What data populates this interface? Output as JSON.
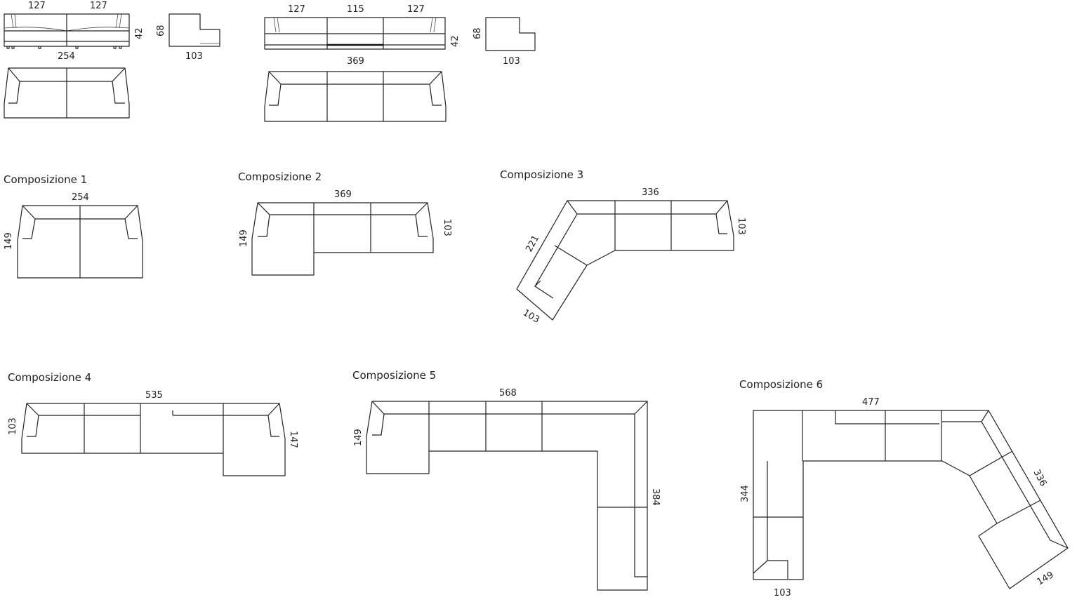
{
  "modules": {
    "sofa_2seat": {
      "widths": [
        "127",
        "127"
      ],
      "total": "254",
      "height": "42"
    },
    "side_view_a": {
      "height": "68",
      "depth": "103"
    },
    "sofa_3seat": {
      "widths": [
        "127",
        "115",
        "127"
      ],
      "total": "369",
      "height": "42"
    },
    "side_view_b": {
      "height": "68",
      "depth": "103"
    }
  },
  "compositions": [
    {
      "title": "Composizione 1",
      "dims": [
        "254",
        "149"
      ]
    },
    {
      "title": "Composizione 2",
      "dims": [
        "369",
        "149",
        "103"
      ]
    },
    {
      "title": "Composizione 3",
      "dims": [
        "336",
        "103",
        "221",
        "103"
      ]
    },
    {
      "title": "Composizione 4",
      "dims": [
        "535",
        "103",
        "147"
      ]
    },
    {
      "title": "Composizione 5",
      "dims": [
        "568",
        "149",
        "384"
      ]
    },
    {
      "title": "Composizione 6",
      "dims": [
        "477",
        "344",
        "103",
        "336",
        "149"
      ]
    }
  ]
}
